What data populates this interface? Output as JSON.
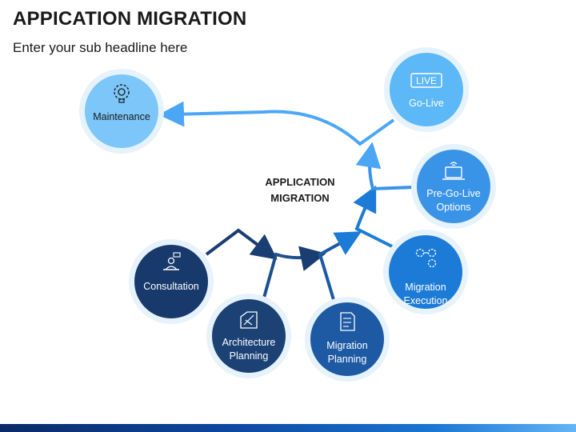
{
  "header": {
    "title": "APPICATION MIGRATION",
    "subtitle": "Enter your sub headline here"
  },
  "center": {
    "line1": "APPLICATION",
    "line2": "MIGRATION"
  },
  "nodes": {
    "maintenance": {
      "label": "Maintenance",
      "icon": "gear-bulb-icon"
    },
    "golive": {
      "label": "Go-Live",
      "icon": "live-sign-icon",
      "icon_text": "LIVE"
    },
    "prego": {
      "line1": "Pre-Go-Live",
      "line2": "Options",
      "icon": "laptop-wifi-icon"
    },
    "execution": {
      "line1": "Migration",
      "line2": "Execution",
      "icon": "gears-icon"
    },
    "consultation": {
      "label": "Consultation",
      "icon": "presenter-icon"
    },
    "architecture": {
      "line1": "Architecture",
      "line2": "Planning",
      "icon": "blueprint-icon"
    },
    "planning": {
      "line1": "Migration",
      "line2": "Planning",
      "icon": "document-icon"
    }
  },
  "colors": {
    "dark_navy": "#1a3e72",
    "navy": "#1d5aa3",
    "mid_blue": "#1c7bd6",
    "light_blue": "#4ba7f5",
    "sky_blue": "#5cb8f7",
    "ring": "#c9dff2"
  }
}
